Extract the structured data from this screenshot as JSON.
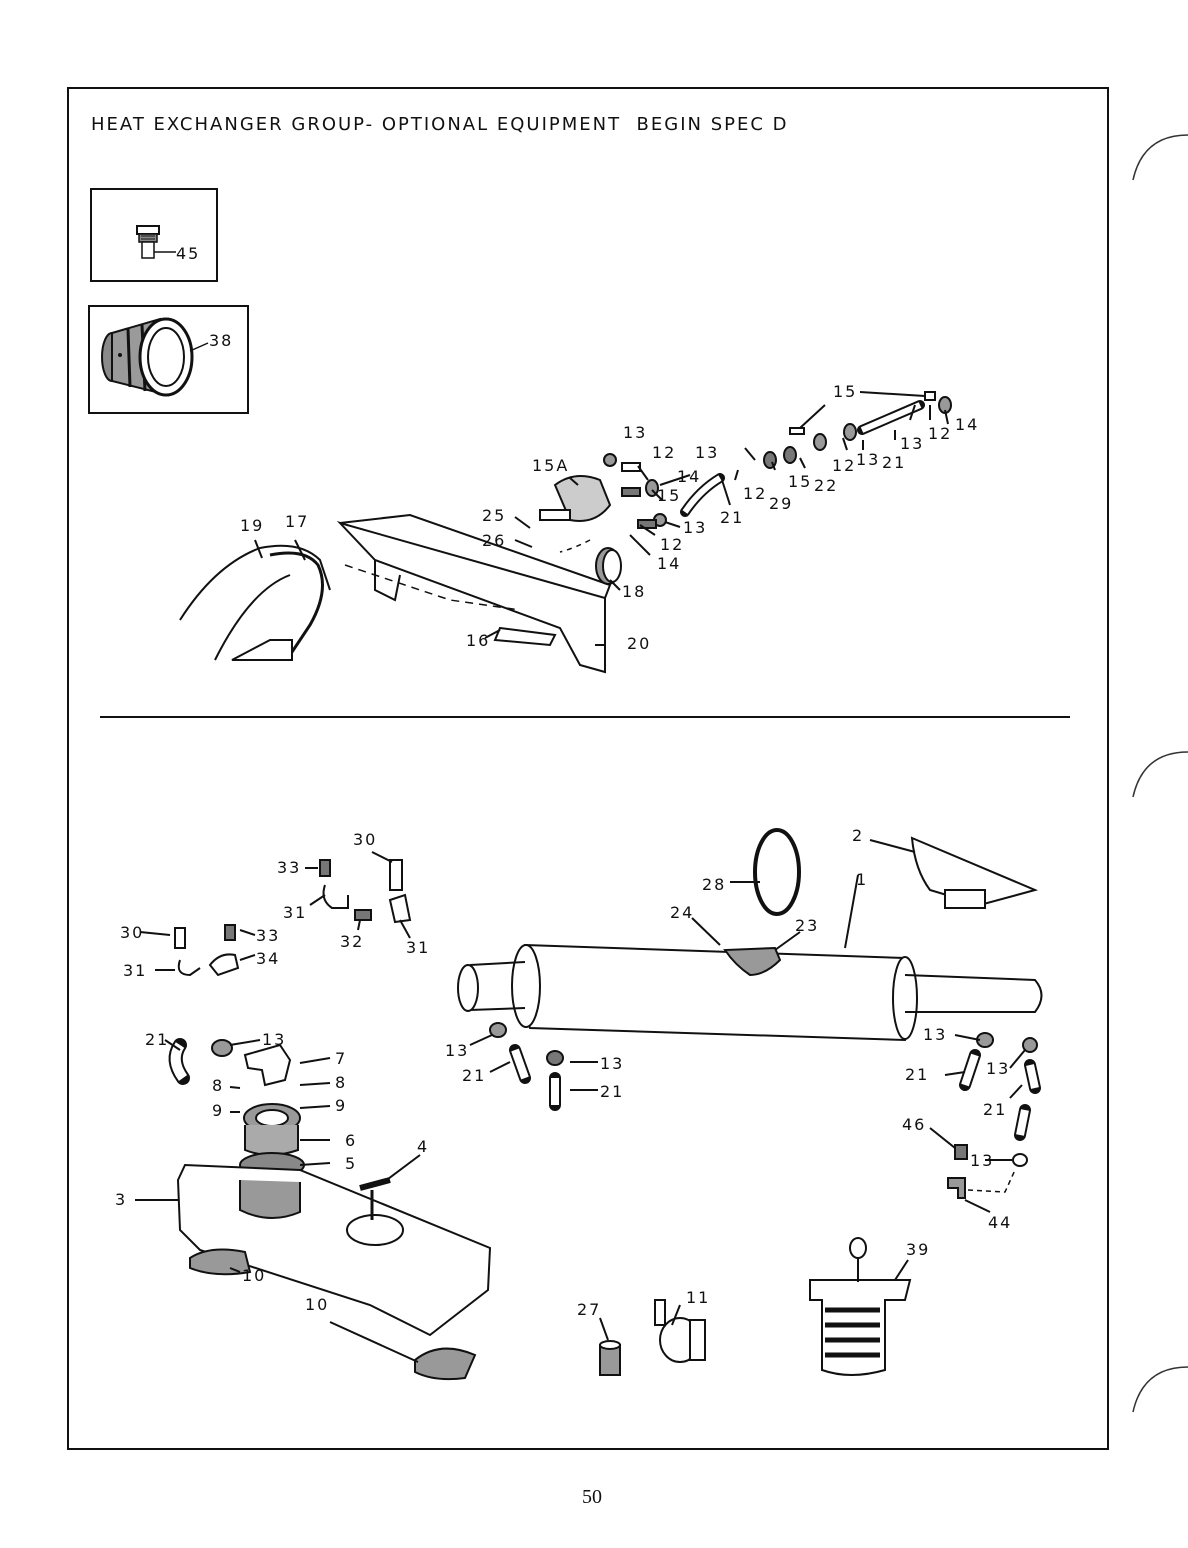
{
  "page": {
    "title": "HEAT EXCHANGER GROUP- OPTIONAL EQUIPMENT  BEGIN SPEC D",
    "page_number": "50"
  },
  "insets": {
    "fitting_label": "45",
    "pulley_label": "38"
  },
  "upper_callouts": [
    "15",
    "14",
    "13",
    "12",
    "13",
    "12",
    "13",
    "21",
    "15",
    "22",
    "12",
    "29",
    "21",
    "13",
    "12",
    "15A",
    "14",
    "15",
    "25",
    "26",
    "13",
    "12",
    "14",
    "18",
    "19",
    "17",
    "16",
    "20"
  ],
  "lower_callouts": [
    "30",
    "33",
    "31",
    "32",
    "31",
    "30",
    "33",
    "34",
    "31",
    "2",
    "1",
    "28",
    "24",
    "23",
    "21",
    "13",
    "7",
    "8",
    "8",
    "9",
    "9",
    "6",
    "5",
    "4",
    "3",
    "13",
    "21",
    "13",
    "21",
    "13",
    "21",
    "13",
    "21",
    "46",
    "13",
    "44",
    "39",
    "10",
    "10",
    "27",
    "11"
  ],
  "colors": {
    "ink": "#111111",
    "paper": "#ffffff",
    "shade": "#8a8a8a"
  }
}
